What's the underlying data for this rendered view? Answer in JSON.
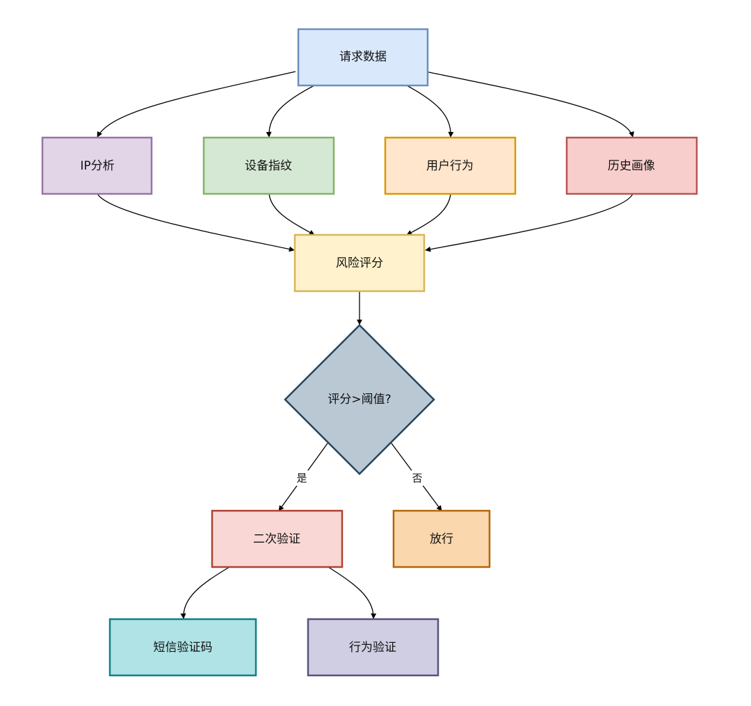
{
  "nodes": {
    "request": {
      "label": "请求数据",
      "fill": "#dae8fc",
      "stroke": "#6c8ebf"
    },
    "ip": {
      "label": "IP分析",
      "fill": "#e1d5e7",
      "stroke": "#9673a6"
    },
    "device": {
      "label": "设备指纹",
      "fill": "#d5e8d4",
      "stroke": "#82b366"
    },
    "behavior": {
      "label": "用户行为",
      "fill": "#ffe6cc",
      "stroke": "#d79b00"
    },
    "history": {
      "label": "历史画像",
      "fill": "#f8cecc",
      "stroke": "#b85450"
    },
    "risk": {
      "label": "风险评分",
      "fill": "#fff2cc",
      "stroke": "#d6b656"
    },
    "decision": {
      "label": "评分>阈值?",
      "fill": "#bac8d3",
      "stroke": "#23445d"
    },
    "second": {
      "label": "二次验证",
      "fill": "#f8d7d5",
      "stroke": "#ae4132"
    },
    "pass": {
      "label": "放行",
      "fill": "#fad7ac",
      "stroke": "#b46504"
    },
    "sms": {
      "label": "短信验证码",
      "fill": "#b0e3e6",
      "stroke": "#0e8088"
    },
    "behaviorVerify": {
      "label": "行为验证",
      "fill": "#d0cee2",
      "stroke": "#56517e"
    }
  },
  "edge_labels": {
    "yes": "是",
    "no": "否"
  }
}
